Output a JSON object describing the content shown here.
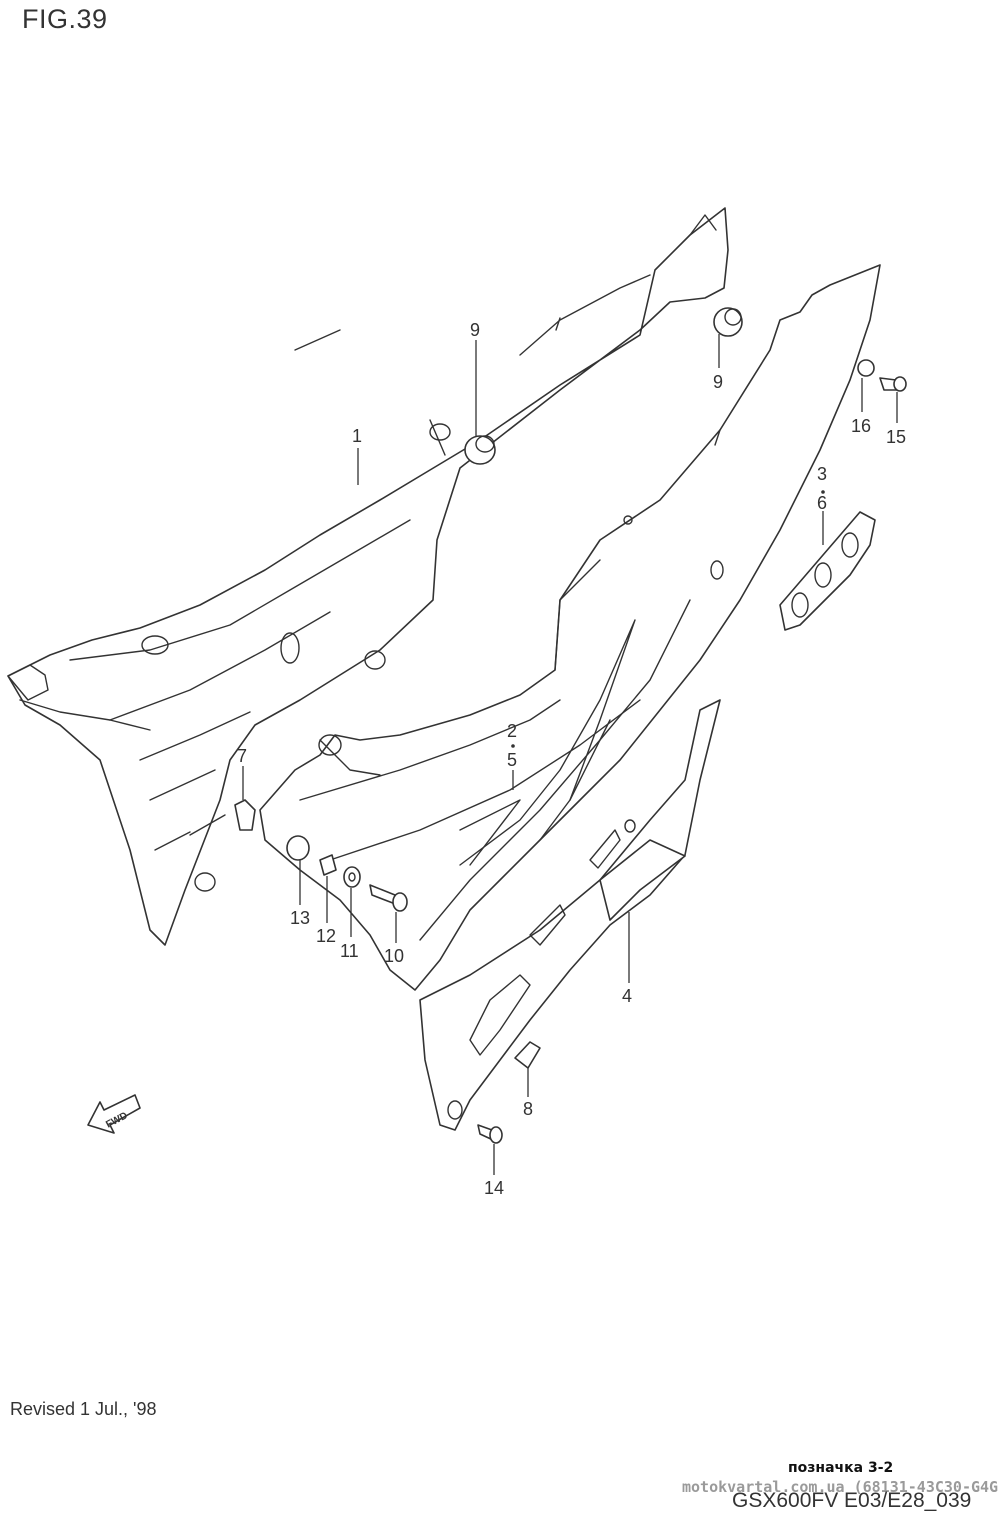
{
  "figure": {
    "title": "FIG.39"
  },
  "footer": {
    "revised": "Revised 1 Jul., '98",
    "label": "позначка 3-2",
    "watermark": "motokvartal.com.ua (68131-43C30-G4G)",
    "model_code": "GSX600FV E03/E28_039"
  },
  "callouts": {
    "c1": "1",
    "c2": "2",
    "c3": "3",
    "c4": "4",
    "c5": "5",
    "c6": "6",
    "c7": "7",
    "c8": "8",
    "c9a": "9",
    "c9b": "9",
    "c10": "10",
    "c11": "11",
    "c12": "12",
    "c13": "13",
    "c14": "14",
    "c15": "15",
    "c16": "16"
  },
  "arrow_label": "FWD"
}
